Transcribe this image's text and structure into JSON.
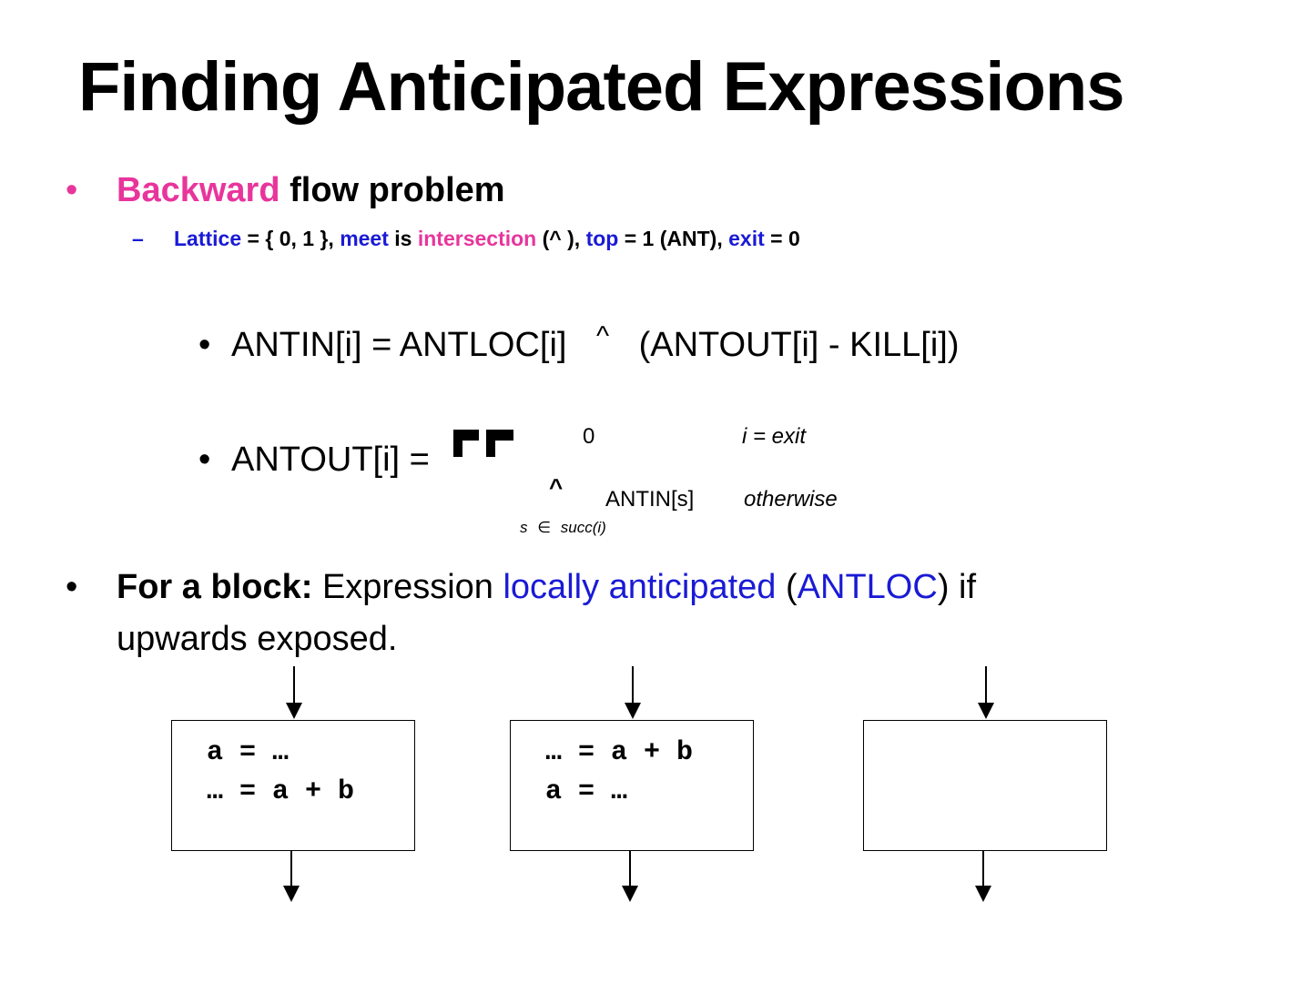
{
  "title": "Finding Anticipated Expressions",
  "bullet1": {
    "word_colored": "Backward",
    "rest": "flow problem"
  },
  "lattice_line": {
    "lattice": "Lattice",
    "eq1": "= { 0, 1 },",
    "meet": "meet",
    "is": "is",
    "intersection": "intersection",
    "paren": "(",
    "meet_symbol": "^",
    "paren_close": "),",
    "top": "top",
    "top_val": "= 1 (ANT),",
    "exit": "exit",
    "exit_val": "= 0"
  },
  "eq_antin": {
    "left": "ANTIN[i] = ANTLOC[i]",
    "op": "^",
    "right": "(ANTOUT[i] - KILL[i])"
  },
  "eq_antout": {
    "left": "ANTOUT[i] =",
    "case1_value": "0",
    "case1_cond": "i = exit",
    "case2_op": "^",
    "case2_value": "ANTIN[s]",
    "case2_cond": "otherwise",
    "subscript_s": "s",
    "subscript_in": "∈",
    "subscript_set": "succ(i)"
  },
  "bullet3": {
    "bold": "For a block:",
    "text1": "Expression",
    "colored": "locally anticipated",
    "paren_open": "(",
    "abbr": "ANTLOC",
    "paren_close": ") if",
    "line2": "upwards exposed."
  },
  "blocks": [
    {
      "line1": "a = …",
      "line2": "… = a + b"
    },
    {
      "line1": "… = a + b",
      "line2": "a = …"
    },
    {
      "line1": "",
      "line2": ""
    }
  ],
  "colors": {
    "pink": "#e8359c",
    "blue": "#1a1ad6"
  }
}
